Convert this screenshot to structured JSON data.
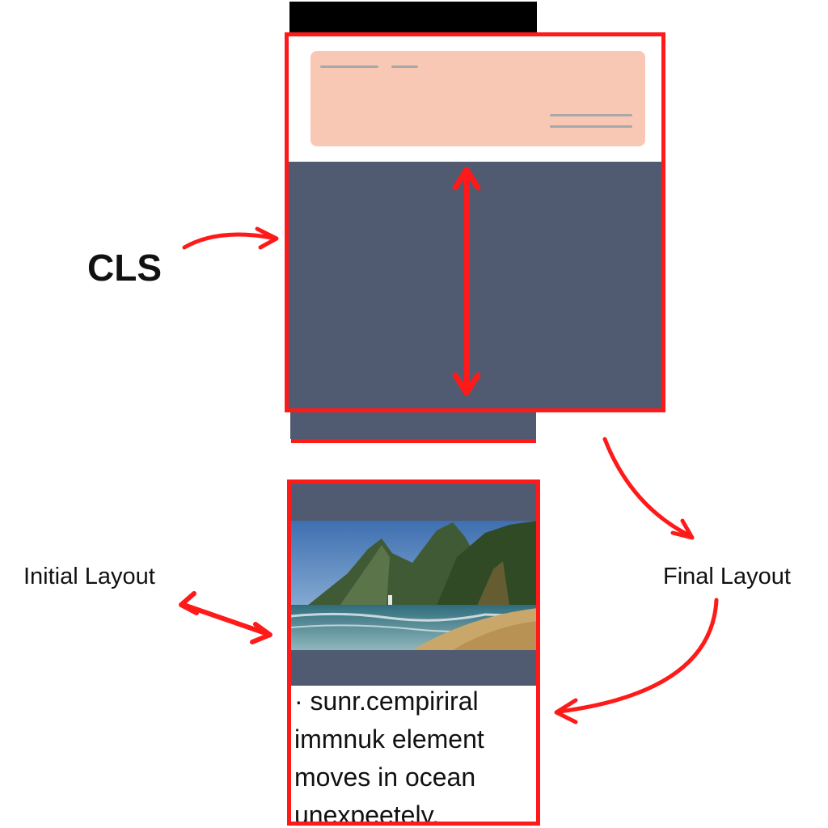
{
  "labels": {
    "cls": "CLS",
    "initial_layout": "Initial Layout",
    "final_layout": "Final Layout"
  },
  "caption_lines": [
    "· sunr.cempiriral",
    "immnuk element",
    "moves in ocean",
    "unexpeetely."
  ],
  "colors": {
    "accent_red": "#ff1a1a",
    "slate": "#505b72",
    "peach": "#f9c8b4",
    "black": "#000000"
  },
  "icons": [
    "double-headed-arrow-icon",
    "curved-arrow-icon",
    "landscape-photo"
  ]
}
